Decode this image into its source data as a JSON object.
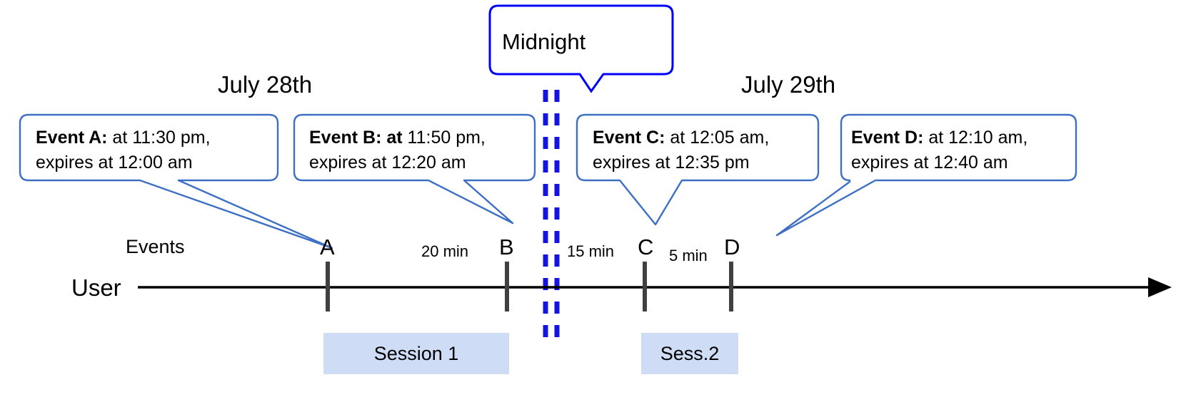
{
  "diagram": {
    "title_tooltip": {
      "label": "Midnight",
      "border_color": "#0000ff"
    },
    "dates": [
      {
        "label": "July 28th"
      },
      {
        "label": "July 29th"
      }
    ],
    "axis": {
      "row_label": "User",
      "events_label": "Events",
      "line_color": "#000000",
      "tick_color": "#404040"
    },
    "callouts": [
      {
        "name": "event-a",
        "bold_prefix": "Event A:",
        "line1_rest": " at 11:30 pm,",
        "line2": "expires at 12:00 am",
        "border_color": "#3d6fc4"
      },
      {
        "name": "event-b",
        "bold_prefix": "Event B: at",
        "line1_rest": " 11:50 pm,",
        "line2": "expires at 12:20 am",
        "border_color": "#3d6fc4"
      },
      {
        "name": "event-c",
        "bold_prefix": "Event C:",
        "line1_rest": " at 12:05 am,",
        "line2": "expires at 12:35 pm",
        "border_color": "#3d6fc4"
      },
      {
        "name": "event-d",
        "bold_prefix": "Event D:",
        "line1_rest": "  at 12:10 am,",
        "line2": "expires at 12:40 am",
        "border_color": "#3d6fc4"
      }
    ],
    "events": [
      {
        "letter": "A"
      },
      {
        "letter": "B"
      },
      {
        "letter": "C"
      },
      {
        "letter": "D"
      }
    ],
    "gaps": [
      {
        "label": "20 min"
      },
      {
        "label": "15 min"
      },
      {
        "label": "5 min"
      }
    ],
    "sessions": [
      {
        "label": "Session 1",
        "color": "#cfdcf5"
      },
      {
        "label": "Sess.2",
        "color": "#cfdcf5"
      }
    ],
    "midnight_line": {
      "color": "#1414e0",
      "style": "double-dashed"
    }
  }
}
